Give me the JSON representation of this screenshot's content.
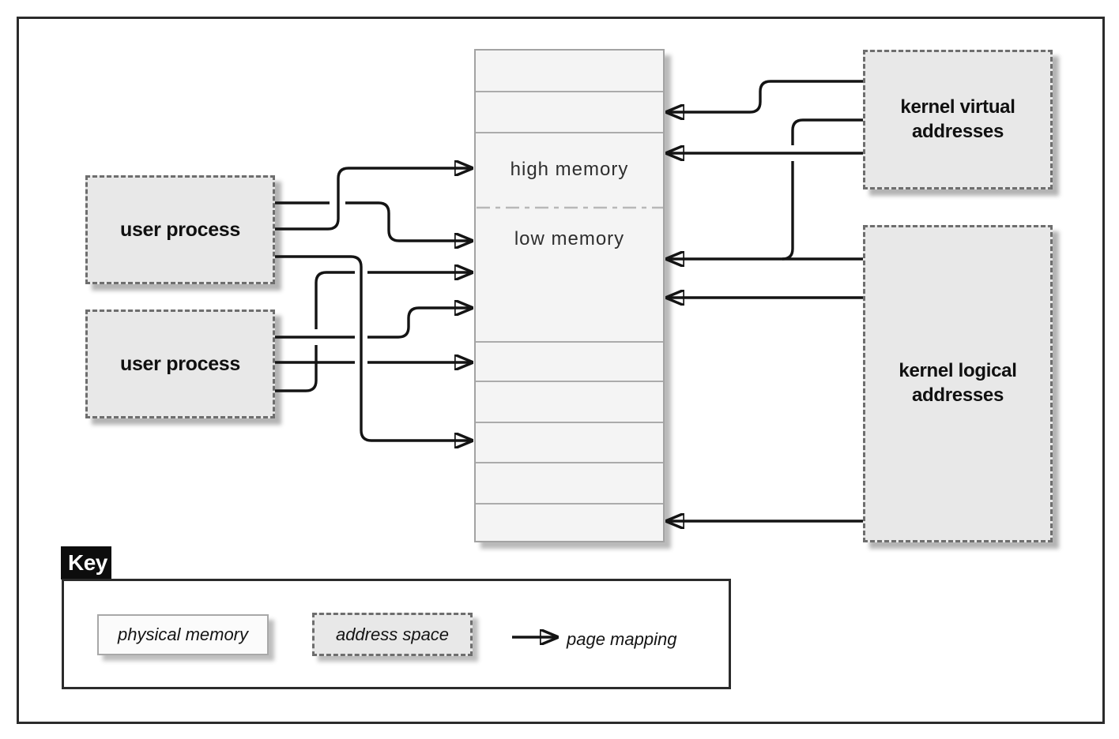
{
  "figure": {
    "nodes": {
      "user_process_1": "user process",
      "user_process_2": "user process",
      "kernel_virtual": "kernel virtual addresses",
      "kernel_logical": "kernel logical addresses"
    },
    "memory_column": {
      "high_label": "high memory",
      "low_label": "low memory"
    },
    "key": {
      "title": "Key",
      "physical_memory": "physical memory",
      "address_space": "address space",
      "page_mapping": "page mapping"
    },
    "colors": {
      "address_space_fill": "#e8e8e8",
      "physical_memory_fill": "#f4f4f4",
      "arrow": "#141414",
      "key_tab_bg": "#0d0d0d",
      "border": "#2b2b2b"
    }
  }
}
